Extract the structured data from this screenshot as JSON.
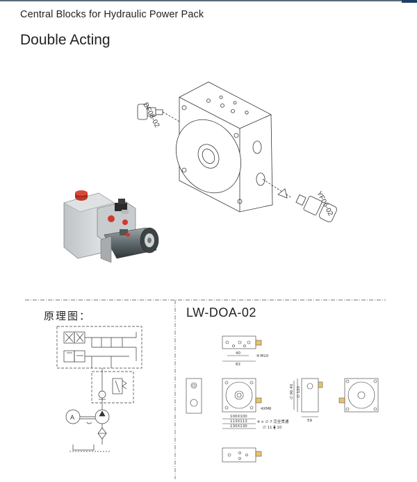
{
  "header": {
    "title": "Central Blocks for Hydraulic Power Pack",
    "subtitle": "Double Acting"
  },
  "exploded": {
    "left_part_label": "DF08-02",
    "right_part_label": "YF06-02"
  },
  "schematic": {
    "label": "原理图：",
    "motor_label": "A"
  },
  "drawing": {
    "model": "LW-DOA-02",
    "dims": {
      "d40": "40",
      "d82": "82",
      "thread": "4-M10",
      "thread2": "4XM6",
      "d100": "100X100",
      "d113": "113X113",
      "d130": "130X130",
      "hole_note1": "4 × ∅ 7 完全贯通",
      "hole_note2": "∅ 11 ⧳ 10",
      "dia40": "∅ 96.40",
      "dia120": "∅ 120",
      "d59": "59"
    }
  }
}
